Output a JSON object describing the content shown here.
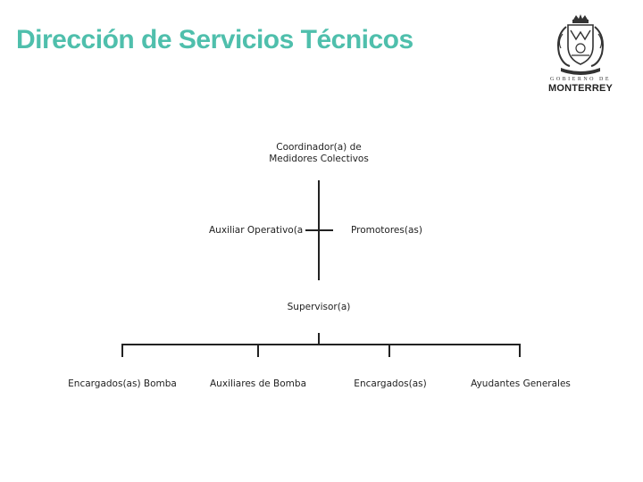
{
  "header": {
    "title": "Dirección de Servicios Técnicos"
  },
  "logo": {
    "subtitle": "GOBIERNO DE",
    "city": "MONTERREY"
  },
  "org_chart": {
    "coordinator": {
      "line1": "Coordinador(a) de",
      "line2": "Medidores Colectivos"
    },
    "assistant": "Auxiliar Operativo(a",
    "promoters": "Promotores(as)",
    "supervisor": "Supervisor(a)",
    "subordinates": [
      "Encargados(as) Bomba",
      "Auxiliares de Bomba",
      "Encargados(as)",
      "Ayudantes Generales"
    ]
  }
}
